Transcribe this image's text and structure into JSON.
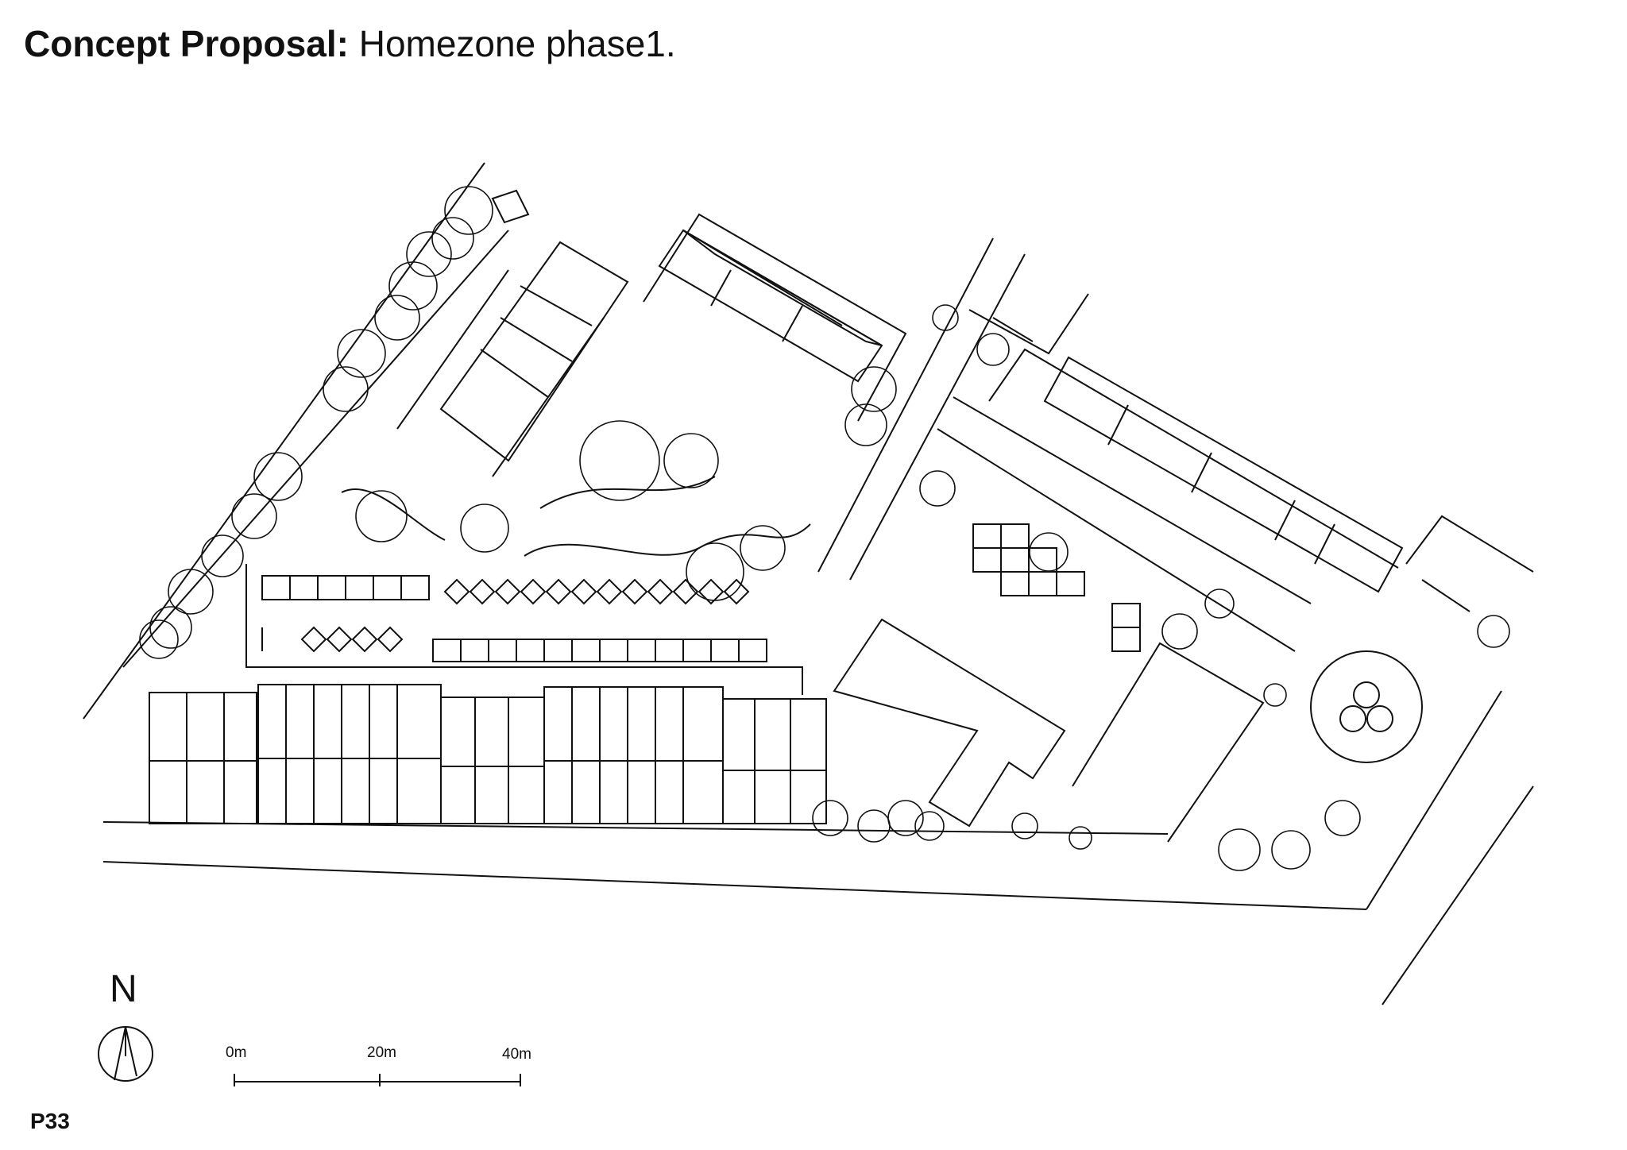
{
  "title": {
    "bold_part": "Concept Proposal:",
    "regular_part": " Homezone phase1."
  },
  "north_arrow": {
    "letter": "N",
    "icon": "north-arrow-icon"
  },
  "scale_bar": {
    "labels": [
      "0m",
      "20m",
      "40m"
    ]
  },
  "page_number": "P33",
  "colors": {
    "ink": "#111111",
    "background": "#ffffff"
  }
}
